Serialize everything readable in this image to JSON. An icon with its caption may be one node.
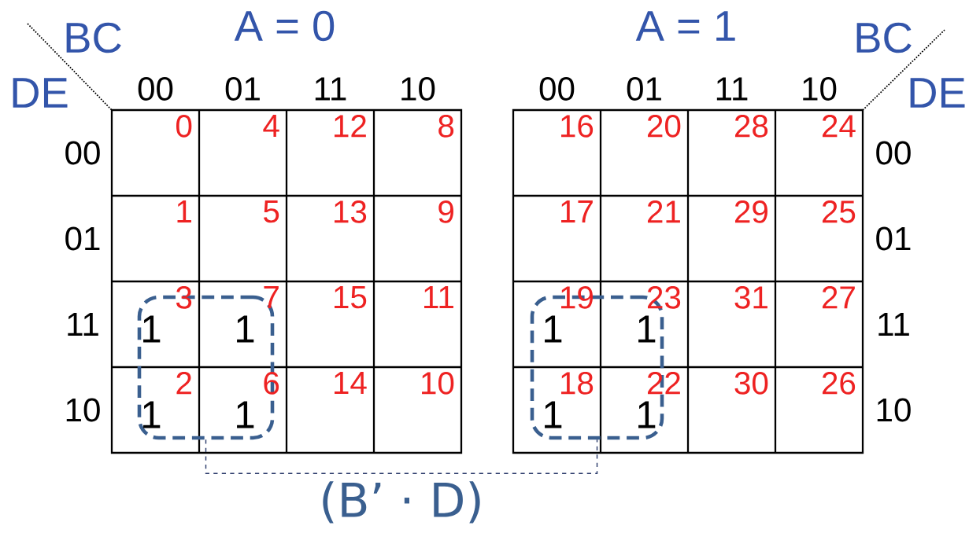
{
  "diagram": {
    "nodes": [
      {
        "text": [],
        "shape": "box"
      },
      {
        "text": [],
        "shape": "box"
      }
    ],
    "edges": [
      {
        "from": 0,
        "to": 1,
        "arrow": "none",
        "style": "dashed",
        "label": "(B’ · D)"
      }
    ],
    "labels": [
      "BC",
      "A = 0",
      "A = 1",
      "BC",
      "DE",
      "00",
      "01",
      "11",
      "10",
      "00",
      "01",
      "11",
      "10",
      "DE",
      "00",
      "0",
      "4",
      "12",
      "8",
      "16",
      "20",
      "28",
      "24",
      "00",
      "01",
      "1",
      "5",
      "13",
      "9",
      "17",
      "21",
      "29",
      "25",
      "01",
      "11",
      "3",
      "1",
      "7",
      "1",
      "15",
      "11",
      "19",
      "1",
      "23",
      "1",
      "31",
      "27",
      "11",
      "10",
      "2",
      "1",
      "6",
      "1",
      "14",
      "10",
      "18",
      "1",
      "22",
      "1",
      "30",
      "26",
      "10"
    ]
  }
}
